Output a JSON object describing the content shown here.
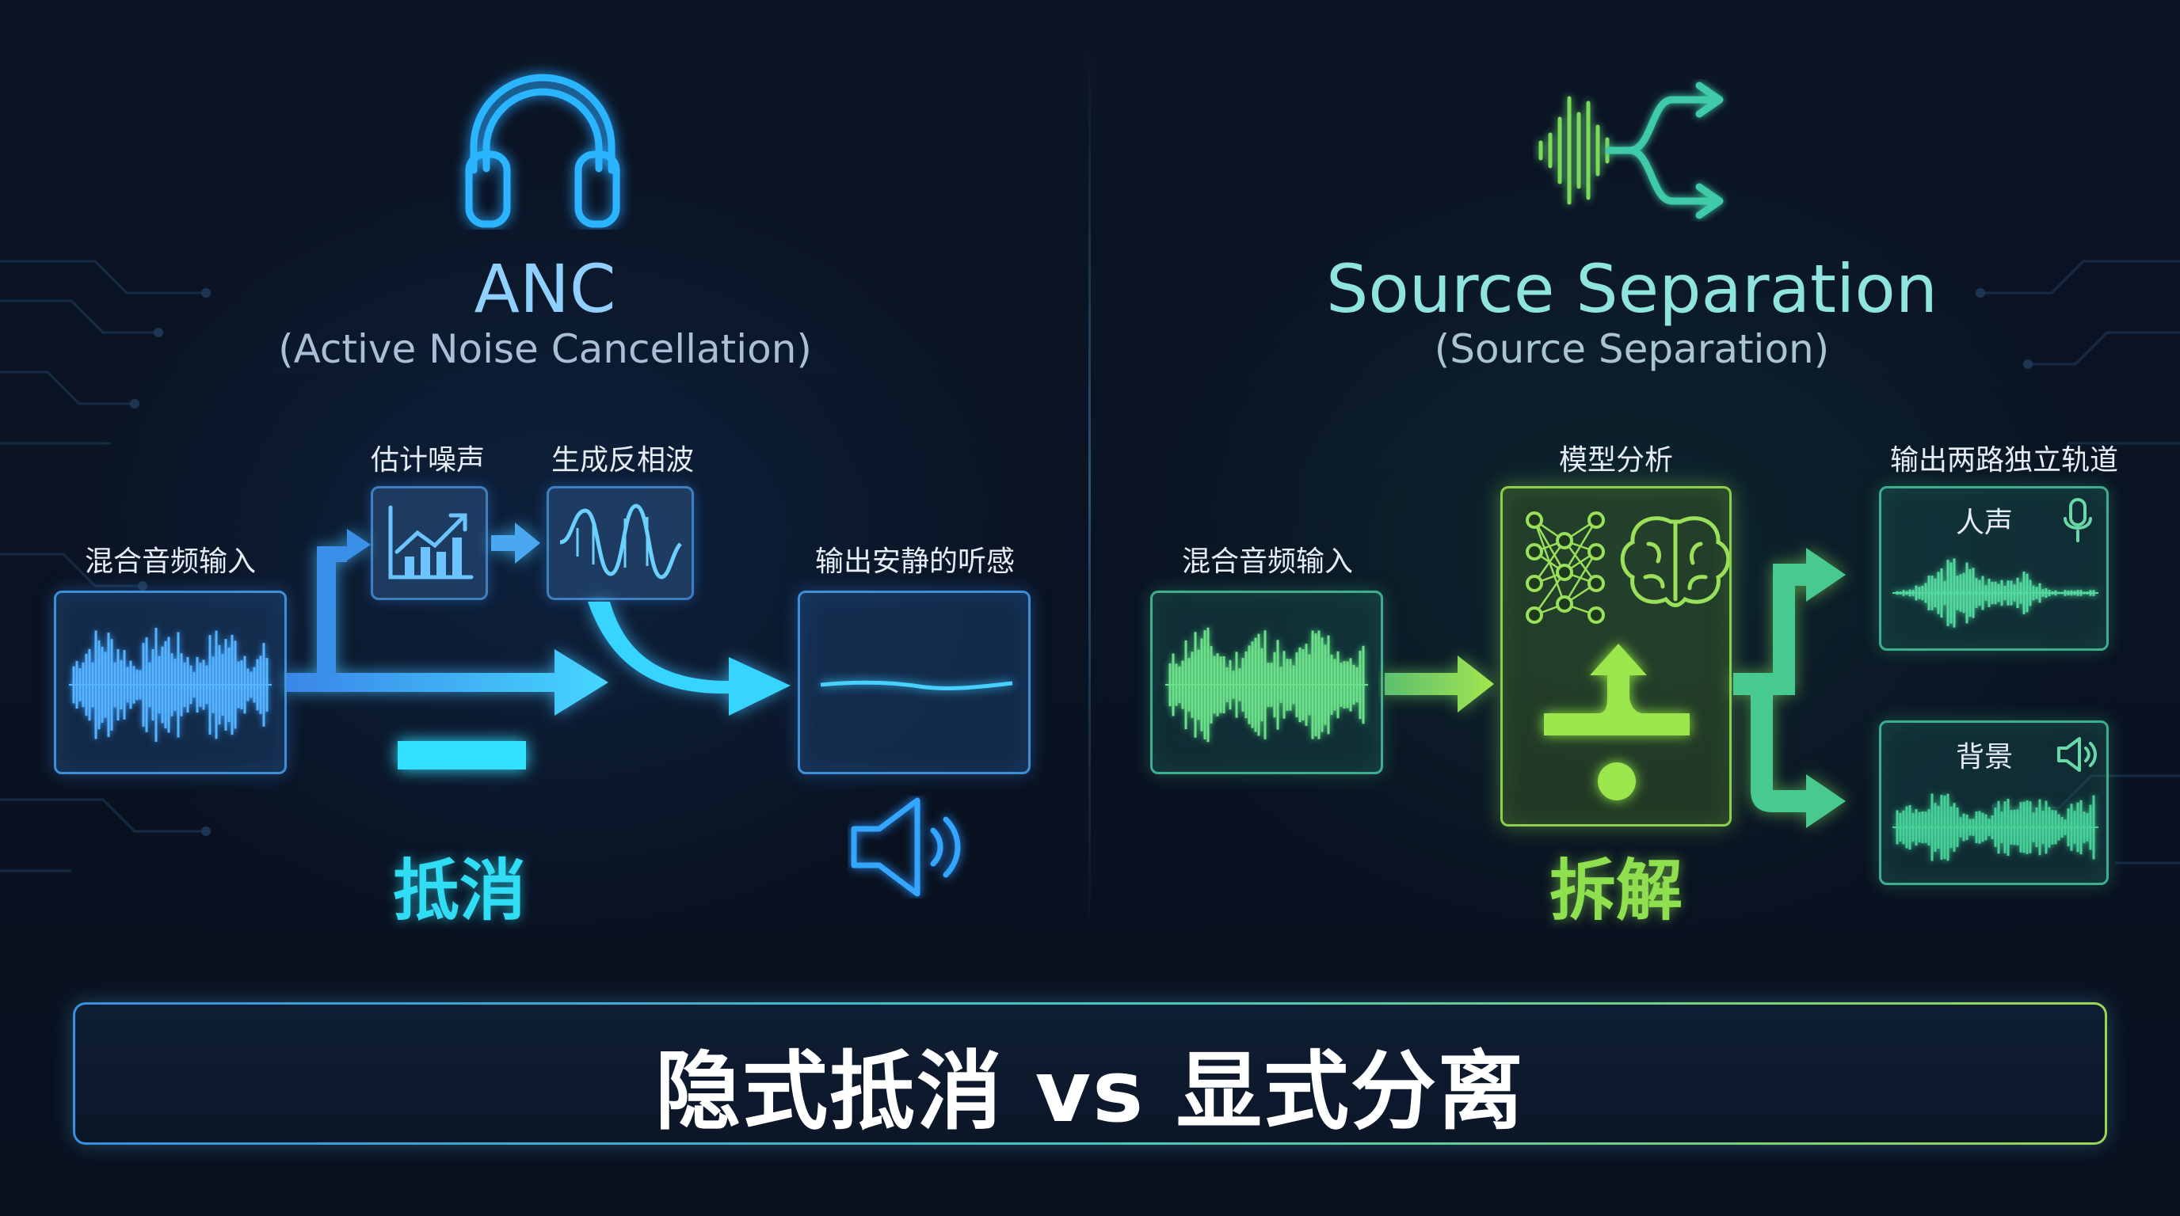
{
  "colors": {
    "background": "#0a1324",
    "anc_accent": "#2fc6ff",
    "separation_accent": "#8fe04f",
    "green_accent": "#49d6a0"
  },
  "left": {
    "icon": "headphones-icon",
    "title": "ANC",
    "subtitle": "(Active Noise Cancellation)",
    "input_label": "混合音频输入",
    "estimate_label": "估计噪声",
    "antiphase_label": "生成反相波",
    "output_label": "输出安静的听感",
    "operation_label": "抵消",
    "icons": [
      "chart-icon",
      "sine-wave-icon",
      "speaker-icon",
      "minus-icon"
    ]
  },
  "right": {
    "icon": "waveform-split-icon",
    "title": "Source Separation",
    "subtitle": "(Source Separation)",
    "input_label": "混合音频输入",
    "model_label": "模型分析",
    "outputs_label": "输出两路独立轨道",
    "voice_label": "人声",
    "background_label": "背景",
    "operation_label": "拆解",
    "icons": [
      "neural-network-icon",
      "brain-icon",
      "divide-icon",
      "microphone-icon",
      "speaker-icon"
    ]
  },
  "banner": {
    "text": "隐式抵消 vs 显式分离"
  }
}
